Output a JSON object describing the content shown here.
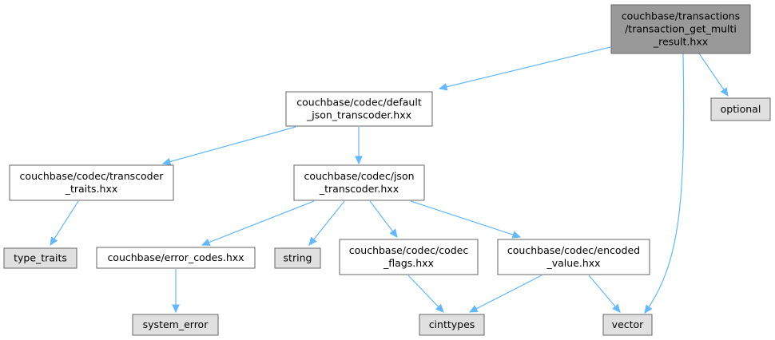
{
  "diagram": {
    "colors": {
      "root_fill": "#999999",
      "file_fill": "#ffffff",
      "system_fill": "#e0e0e0",
      "border": "#666666",
      "edge": "#63b8ff"
    },
    "nodes": [
      {
        "id": "root",
        "kind": "root",
        "lines": [
          "couchbase/transactions",
          "/transaction_get_multi",
          "_result.hxx"
        ]
      },
      {
        "id": "default_json",
        "kind": "file",
        "lines": [
          "couchbase/codec/default",
          "_json_transcoder.hxx"
        ]
      },
      {
        "id": "optional",
        "kind": "system",
        "lines": [
          "optional"
        ]
      },
      {
        "id": "traits",
        "kind": "file",
        "lines": [
          "couchbase/codec/transcoder",
          "_traits.hxx"
        ]
      },
      {
        "id": "json_transcoder",
        "kind": "file",
        "lines": [
          "couchbase/codec/json",
          "_transcoder.hxx"
        ]
      },
      {
        "id": "type_traits",
        "kind": "system",
        "lines": [
          "type_traits"
        ]
      },
      {
        "id": "error_codes",
        "kind": "file",
        "lines": [
          "couchbase/error_codes.hxx"
        ]
      },
      {
        "id": "string",
        "kind": "system",
        "lines": [
          "string"
        ]
      },
      {
        "id": "codec_flags",
        "kind": "file",
        "lines": [
          "couchbase/codec/codec",
          "_flags.hxx"
        ]
      },
      {
        "id": "encoded_value",
        "kind": "file",
        "lines": [
          "couchbase/codec/encoded",
          "_value.hxx"
        ]
      },
      {
        "id": "system_error",
        "kind": "system",
        "lines": [
          "system_error"
        ]
      },
      {
        "id": "cinttypes",
        "kind": "system",
        "lines": [
          "cinttypes"
        ]
      },
      {
        "id": "vector",
        "kind": "system",
        "lines": [
          "vector"
        ]
      }
    ],
    "edges": [
      {
        "from": "root",
        "to": "default_json"
      },
      {
        "from": "root",
        "to": "optional"
      },
      {
        "from": "root",
        "to": "vector"
      },
      {
        "from": "default_json",
        "to": "traits"
      },
      {
        "from": "default_json",
        "to": "json_transcoder"
      },
      {
        "from": "traits",
        "to": "type_traits"
      },
      {
        "from": "json_transcoder",
        "to": "error_codes"
      },
      {
        "from": "json_transcoder",
        "to": "string"
      },
      {
        "from": "json_transcoder",
        "to": "codec_flags"
      },
      {
        "from": "json_transcoder",
        "to": "encoded_value"
      },
      {
        "from": "error_codes",
        "to": "system_error"
      },
      {
        "from": "codec_flags",
        "to": "cinttypes"
      },
      {
        "from": "encoded_value",
        "to": "cinttypes"
      },
      {
        "from": "encoded_value",
        "to": "vector"
      }
    ]
  }
}
